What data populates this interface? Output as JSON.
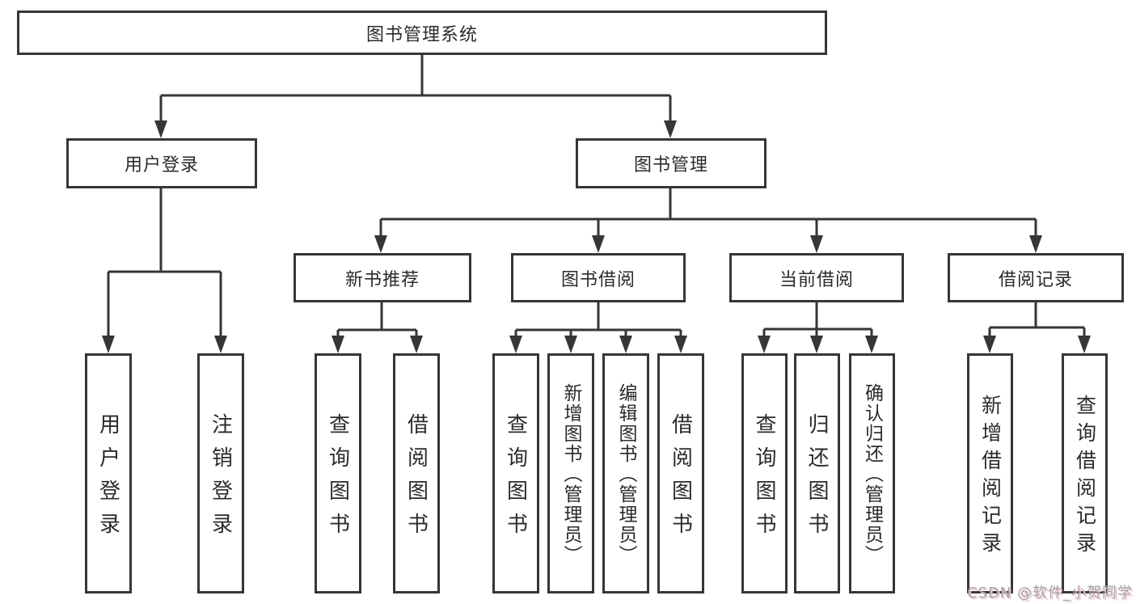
{
  "diagram": {
    "tree": {
      "label": "图书管理系统",
      "children": [
        {
          "label": "用户登录",
          "children": [
            {
              "label": "用户登录"
            },
            {
              "label": "注销登录"
            }
          ]
        },
        {
          "label": "图书管理",
          "children": [
            {
              "label": "新书推荐",
              "children": [
                {
                  "label": "查询图书"
                },
                {
                  "label": "借阅图书"
                }
              ]
            },
            {
              "label": "图书借阅",
              "children": [
                {
                  "label": "查询图书"
                },
                {
                  "label": "新增图书（管理员）"
                },
                {
                  "label": "编辑图书（管理员）"
                },
                {
                  "label": "借阅图书"
                }
              ]
            },
            {
              "label": "当前借阅",
              "children": [
                {
                  "label": "查询图书"
                },
                {
                  "label": "归还图书"
                },
                {
                  "label": "确认归还（管理员）"
                }
              ]
            },
            {
              "label": "借阅记录",
              "children": [
                {
                  "label": "新增借阅记录"
                },
                {
                  "label": "查询借阅记录"
                }
              ]
            }
          ]
        }
      ]
    },
    "colors": {
      "line": "#363636",
      "text": "#2b2b2b",
      "background": "#ffffff",
      "watermark": "#a2a2a2"
    },
    "watermark": "CSDN @软件_小贺同学"
  }
}
